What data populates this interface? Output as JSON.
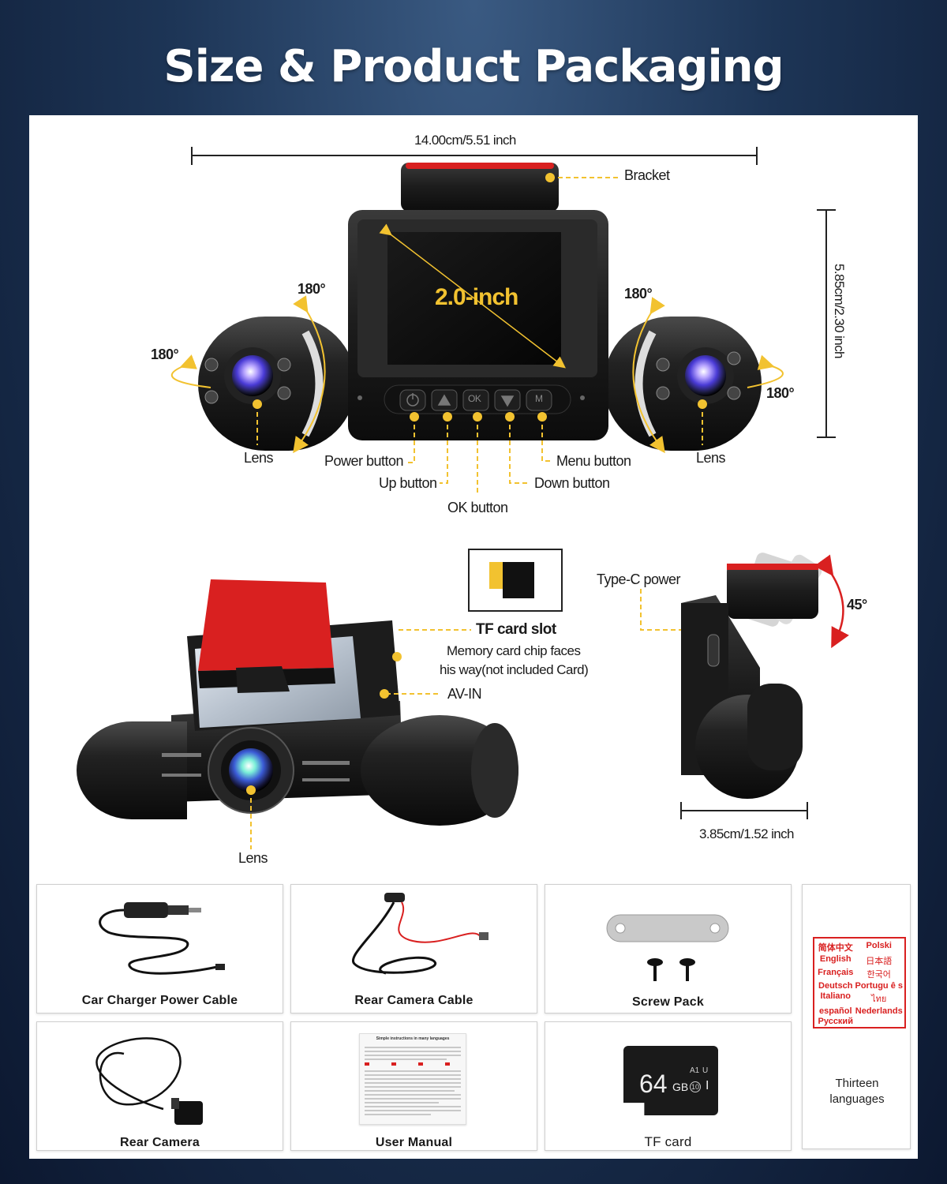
{
  "title": "Size & Product Packaging",
  "dimensions": {
    "width": "14.00cm/5.51 inch",
    "height": "5.85cm/2.30 inch",
    "depth": "3.85cm/1.52 inch"
  },
  "screen": {
    "size": "2.0-inch"
  },
  "angles": {
    "a1": "180°",
    "a2": "180°",
    "a3": "180°",
    "a4": "180°",
    "tilt": "45°"
  },
  "front_labels": {
    "bracket": "Bracket",
    "lens_left": "Lens",
    "lens_right": "Lens",
    "power": "Power button",
    "up": "Up button",
    "ok": "OK button",
    "down": "Down button",
    "menu": "Menu button",
    "btn_ok_glyph": "OK",
    "btn_m_glyph": "M"
  },
  "angle_labels": {
    "tf_slot": "TF card slot",
    "tf_note_1": "Memory card chip faces",
    "tf_note_2": "his way(not included  Card)",
    "av_in": "AV-IN",
    "lens": "Lens",
    "type_c": "Type-C power"
  },
  "package_items": [
    {
      "label": "Car Charger Power Cable"
    },
    {
      "label": "Rear Camera Cable"
    },
    {
      "label": "Screw Pack"
    },
    {
      "label": "Rear Camera"
    },
    {
      "label": "User Manual"
    },
    {
      "label": "TF card"
    }
  ],
  "manual": {
    "heading": "Simple instructions in many languages"
  },
  "tf_card": {
    "capacity": "64",
    "unit": "GB",
    "class": "10",
    "grade": "A1",
    "u": "U",
    "roman": "I"
  },
  "languages": {
    "list": [
      "简体中文",
      "Polski",
      "English",
      "日本語",
      "Français",
      "한국어",
      "Deutsch",
      "Portugu ê s",
      "Italiano",
      "ไทย",
      "español",
      "Nederlands",
      "Русский"
    ],
    "caption": "Thirteen languages"
  },
  "colors": {
    "accent": "#f2c230",
    "red": "#d92020",
    "bg_top": "#3a5a82"
  }
}
